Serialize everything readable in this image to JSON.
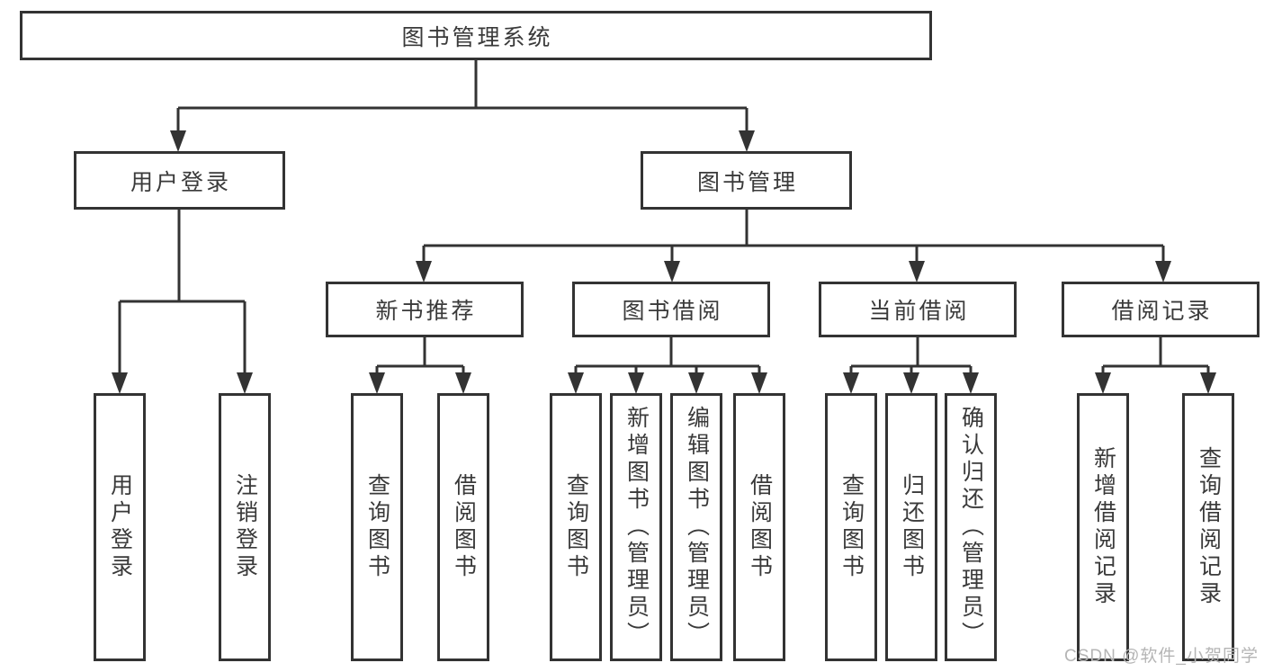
{
  "tree": {
    "root": {
      "label": "图书管理系统"
    },
    "user_login": {
      "label": "用户登录",
      "leaves": [
        "用户登录",
        "注销登录"
      ]
    },
    "book_management": {
      "label": "图书管理",
      "groups": [
        {
          "label": "新书推荐",
          "leaves": [
            "查询图书",
            "借阅图书"
          ]
        },
        {
          "label": "图书借阅",
          "leaves": [
            "查询图书",
            "新增图书（管理员）",
            "编辑图书（管理员）",
            "借阅图书"
          ]
        },
        {
          "label": "当前借阅",
          "leaves": [
            "查询图书",
            "归还图书",
            "确认归还（管理员）"
          ]
        },
        {
          "label": "借阅记录",
          "leaves": [
            "新增借阅记录",
            "查询借阅记录"
          ]
        }
      ]
    }
  },
  "watermark": {
    "text": "CSDN @软件_小贺同学"
  },
  "colors": {
    "line": "#333333",
    "text": "#3a3a3a",
    "background": "#ffffff",
    "watermark": "#b5b5b5"
  }
}
